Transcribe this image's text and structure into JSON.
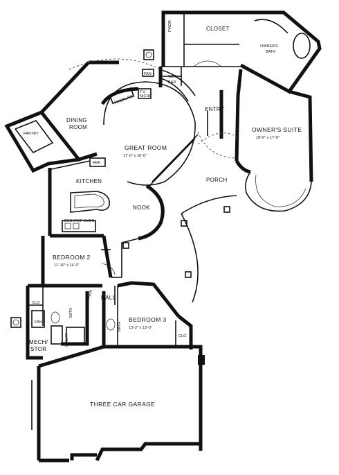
{
  "rooms": {
    "powder": "PWDR",
    "closet": "CLOSET",
    "owners_bath_1": "OWNER'S",
    "owners_bath_2": "BATH",
    "wet_bar_1": "WET",
    "wet_bar_2": "BAR",
    "fan": "FAN",
    "tv_niche_1": "T.V.",
    "tv_niche_2": "NICHE",
    "fireplace": "FIREPLACE",
    "dining_1": "DINING",
    "dining_2": "ROOM",
    "pantry": "PANTRY",
    "entry": "ENTRY",
    "great_room": "GREAT ROOM",
    "great_room_dims": "17'-0\" x 16'-0\"",
    "owners_suite": "OWNER'S SUITE",
    "owners_suite_dims": "18'-6\" x 17'-0\"",
    "ref": "REF.",
    "kitchen": "KITCHEN",
    "porch": "PORCH",
    "nook": "NOOK",
    "cooktop_oven": "COOKTOP  OVEN",
    "bedroom2": "BEDROOM 2",
    "bedroom2_dims": "11'-10\" x 14'-0\"",
    "clo": "CLO",
    "linen": "LINEN",
    "hall": "HALL",
    "bath": "BATH",
    "fan2": "FAN",
    "utility": "UTILITY",
    "bedroom3": "BEDROOM 3",
    "bedroom3_dims": "13'-2\" x 13'-0\"",
    "clo3": "CLO",
    "mech_1": "MECH/",
    "mech_2": "STOR",
    "garage": "THREE CAR GARAGE"
  }
}
